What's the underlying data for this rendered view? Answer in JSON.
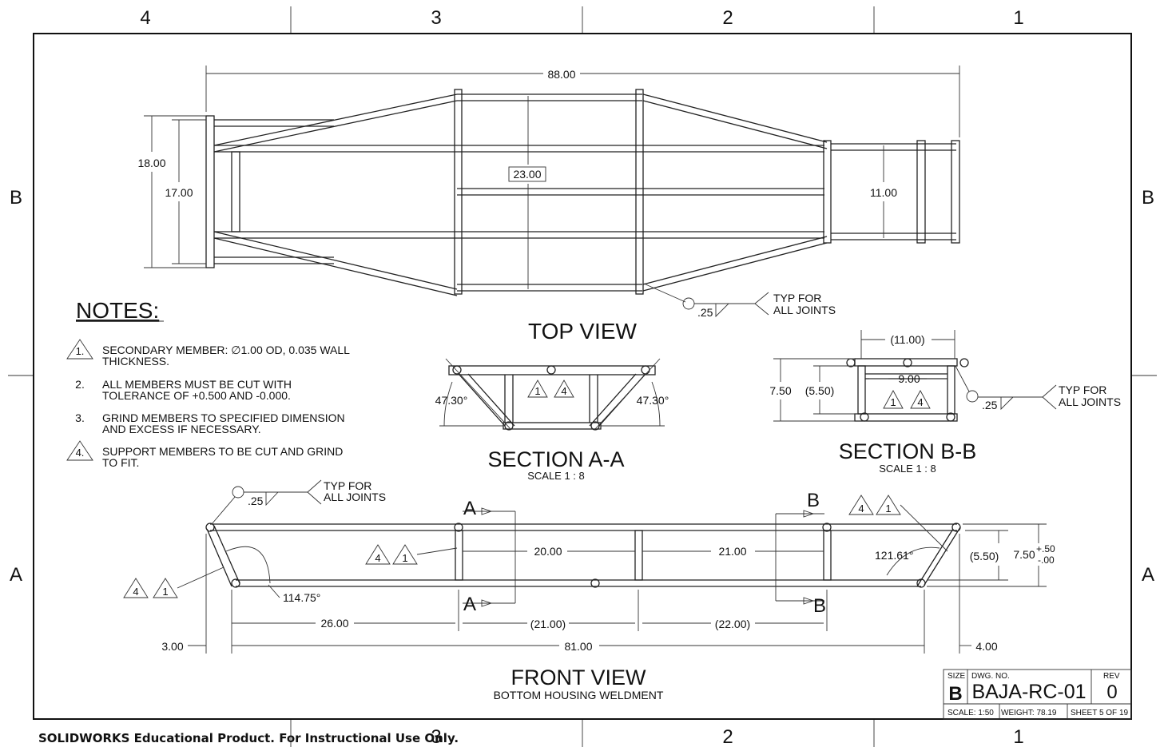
{
  "zones": {
    "top": [
      "4",
      "3",
      "2",
      "1"
    ],
    "bottom": [
      "3",
      "2",
      "1"
    ],
    "sides": [
      "B",
      "A"
    ]
  },
  "notes": {
    "title": "NOTES:",
    "items": [
      {
        "num": "1.",
        "flag": true,
        "lines": [
          "SECONDARY MEMBER: ∅1.00 OD, 0.035 WALL",
          "THICKNESS."
        ]
      },
      {
        "num": "2.",
        "flag": false,
        "lines": [
          "ALL MEMBERS MUST BE CUT WITH",
          "TOLERANCE OF +0.500 AND -0.000."
        ]
      },
      {
        "num": "3.",
        "flag": false,
        "lines": [
          "GRIND MEMBERS TO SPECIFIED DIMENSION",
          "AND EXCESS IF NECESSARY."
        ]
      },
      {
        "num": "4.",
        "flag": true,
        "lines": [
          "SUPPORT MEMBERS TO BE CUT AND GRIND",
          "TO FIT."
        ]
      }
    ]
  },
  "top_view": {
    "title": "TOP VIEW",
    "dims": {
      "overall_length": "88.00",
      "width_outer": "18.00",
      "width_inner": "17.00",
      "middle": "23.00",
      "right_width": "11.00"
    },
    "weld": {
      "size": ".25",
      "note": [
        "TYP FOR",
        "ALL JOINTS"
      ]
    }
  },
  "section_a": {
    "title": "SECTION A-A",
    "scale": "SCALE 1 : 8",
    "angle": "47.30°",
    "flags": [
      "1",
      "4"
    ]
  },
  "section_b": {
    "title": "SECTION B-B",
    "scale": "SCALE 1 : 8",
    "dims": {
      "top": "11.00",
      "inner": "9.00",
      "height": "7.50",
      "height_ref": "5.50"
    },
    "flags": [
      "1",
      "4"
    ],
    "weld": {
      "size": ".25",
      "note": [
        "TYP FOR",
        "ALL JOINTS"
      ]
    }
  },
  "front_view": {
    "title": "FRONT VIEW",
    "subtitle": "BOTTOM HOUSING WELDMENT",
    "dims": {
      "d20": "20.00",
      "d21": "21.00",
      "d26": "26.00",
      "d21b": "21.00",
      "d22": "22.00",
      "d81": "81.00",
      "d3": "3.00",
      "d4": "4.00",
      "h": "7.50",
      "h_ref": "5.50",
      "tol_plus": "+.50",
      "tol_minus": "-.00",
      "ang_left": "114.75°",
      "ang_right": "121.61°"
    },
    "section_labels": {
      "a": "A",
      "b": "B"
    },
    "flags": [
      "4",
      "1"
    ],
    "weld": {
      "size": ".25",
      "note": [
        "TYP FOR",
        "ALL JOINTS"
      ]
    }
  },
  "title_block": {
    "size_label": "SIZE",
    "size": "B",
    "dwg_label": "DWG.  NO.",
    "dwg_no": "BAJA-RC-01",
    "rev_label": "REV",
    "rev": "0",
    "scale": "SCALE: 1:50",
    "weight": "WEIGHT: 78.19",
    "sheet": "SHEET 5 OF 19"
  },
  "watermark": "SOLIDWORKS Educational Product. For Instructional Use Only."
}
